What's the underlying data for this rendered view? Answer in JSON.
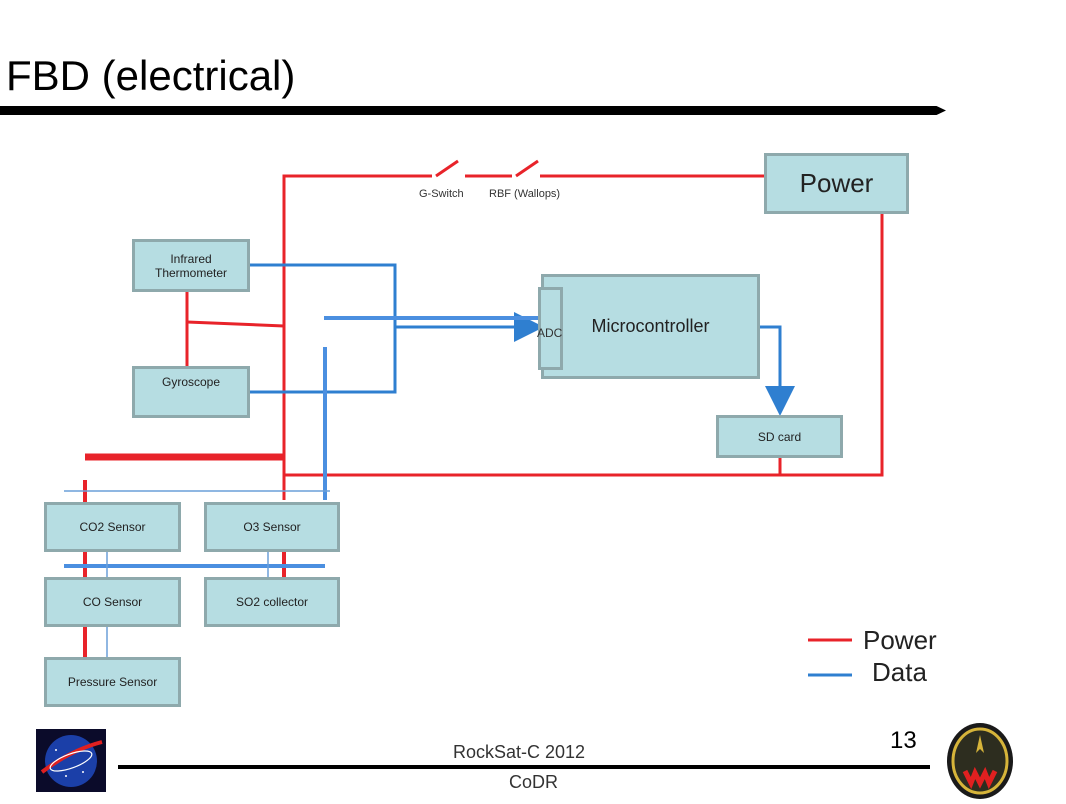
{
  "slide": {
    "title": "FBD (electrical)",
    "number": "13",
    "footer_top": "RockSat-C 2012",
    "footer_bottom": "CoDR"
  },
  "components": {
    "power": "Power",
    "microcontroller": "Microcontroller",
    "adc": "ADC",
    "sd_card": "SD card",
    "infrared_thermometer": "Infrared Thermometer",
    "gyroscope": "Gyroscope",
    "co2_sensor": "CO2 Sensor",
    "o3_sensor": "O3 Sensor",
    "co_sensor": "CO Sensor",
    "so2_collector": "SO2 collector",
    "pressure_sensor": "Pressure Sensor"
  },
  "switches": {
    "g_switch": "G-Switch",
    "rbf": "RBF (Wallops)"
  },
  "legend": {
    "power": "Power",
    "data": "Data"
  },
  "logos": {
    "nasa": "NASA",
    "wff": "WFF"
  },
  "colors": {
    "power_line": "#e8232a",
    "data_line": "#2f7fd0",
    "box_fill": "#b6dde2",
    "box_border": "#8ea9ac"
  }
}
